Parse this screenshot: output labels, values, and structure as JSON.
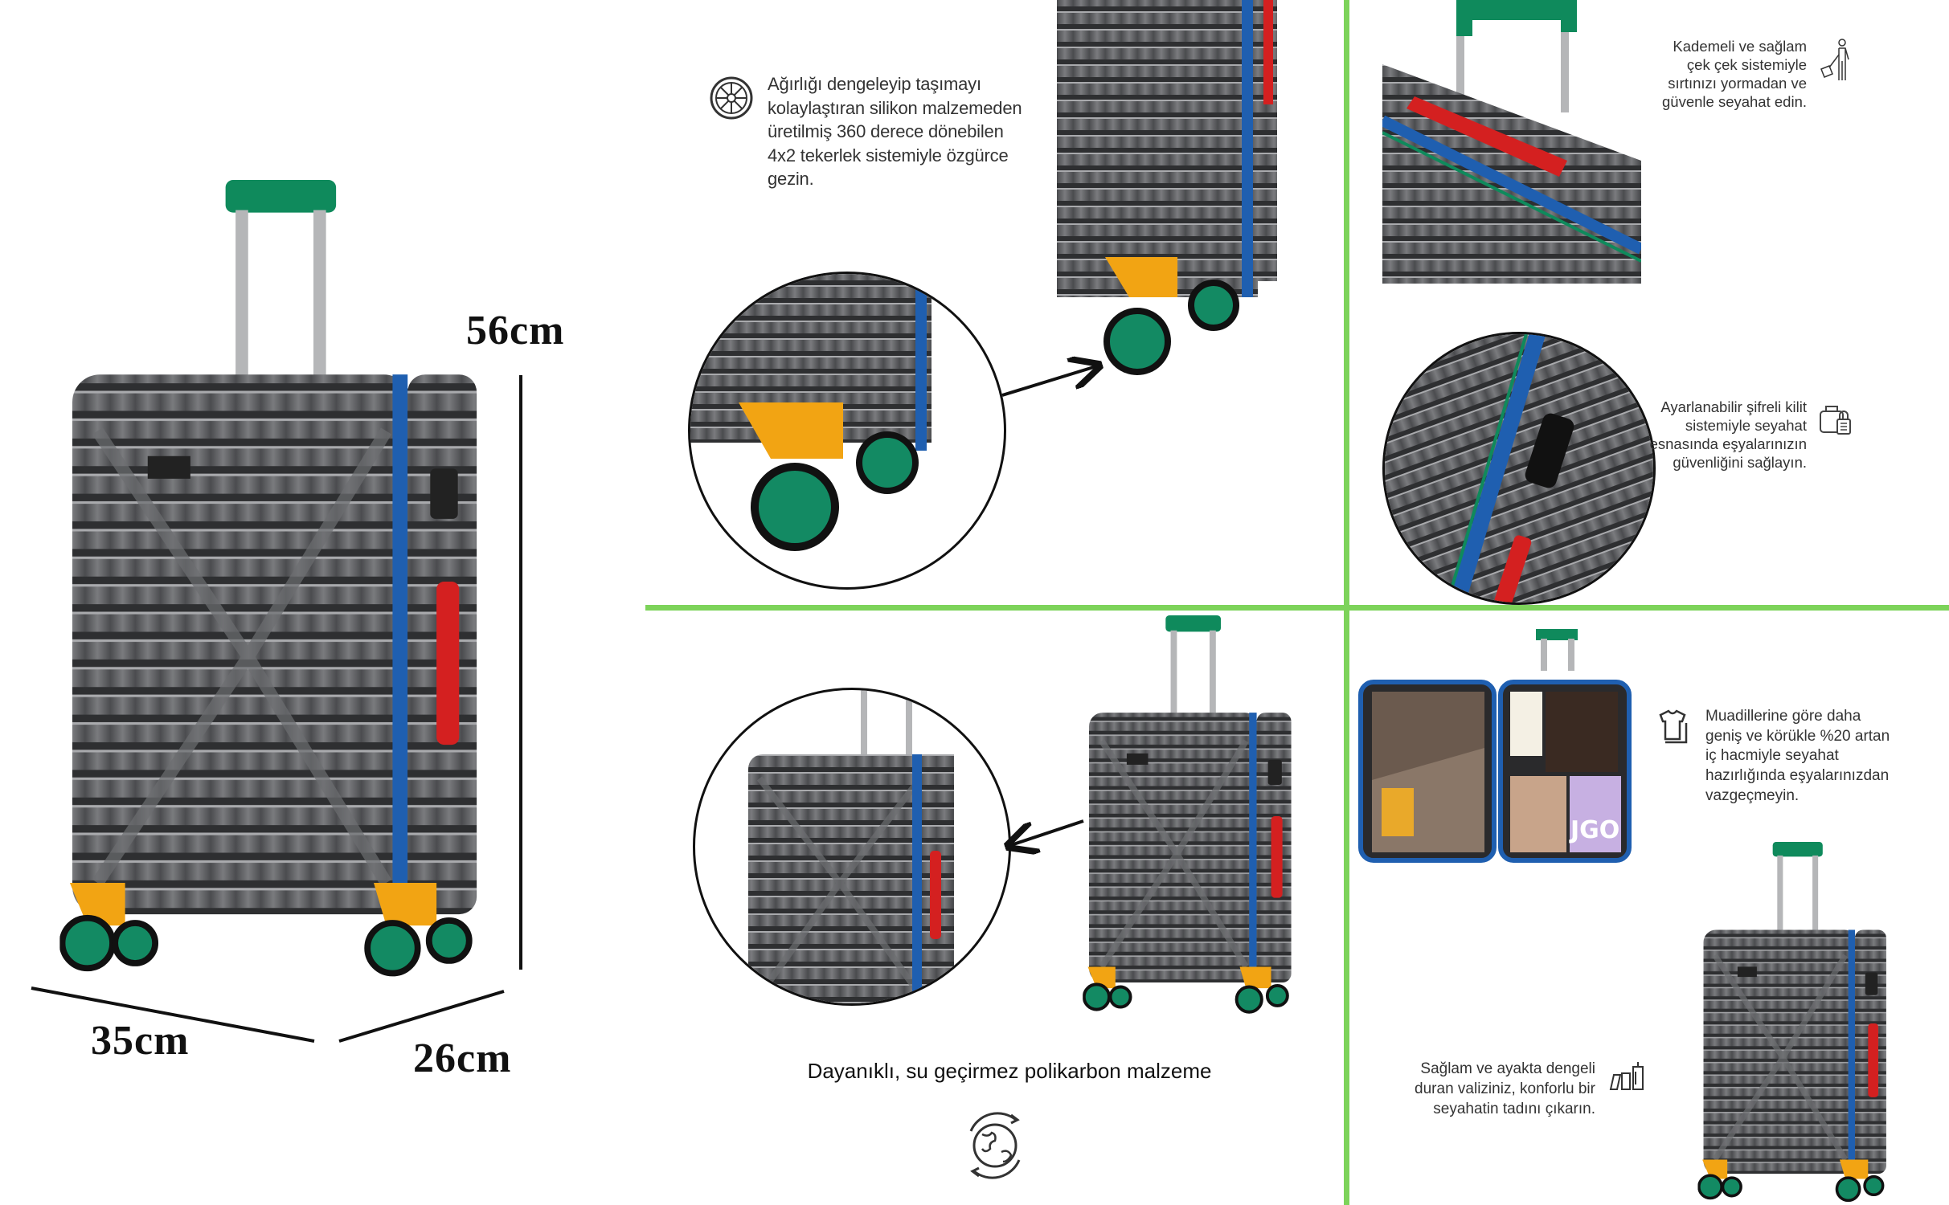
{
  "dimensions": {
    "height": "56cm",
    "width": "35cm",
    "depth": "26cm"
  },
  "features": {
    "wheels": {
      "icon": "wheel-icon",
      "lines": [
        "Ağırlığı dengeleyip taşımayı",
        "kolaylaştıran silikon malzemeden",
        "üretilmiş 360 derece dönebilen",
        "4x2 tekerlek sistemiyle özgürce",
        "gezin."
      ]
    },
    "handle": {
      "icon": "traveler-with-suitcase-icon",
      "lines": [
        "Kademeli ve sağlam",
        "çek çek sistemiyle",
        "sırtınızı yormadan ve",
        "güvenle seyahat edin."
      ]
    },
    "lock": {
      "icon": "luggage-lock-icon",
      "lines": [
        "Ayarlanabilir şifreli kilit",
        "sistemiyle seyahat",
        "esnasında eşyalarınızın",
        "güvenliğini sağlayın."
      ]
    },
    "volume": {
      "icon": "tshirt-icon",
      "lines": [
        "Muadillerine göre daha",
        "geniş ve körükle %20 artan",
        "iç hacmiyle seyahat",
        "hazırlığında eşyalarınızdan",
        "vazgeçmeyin."
      ]
    },
    "stability": {
      "icon": "suitcases-icon",
      "lines": [
        "Sağlam ve ayakta dengeli",
        "duran valiziniz, konforlu bir",
        "seyahatin tadını çıkarın."
      ]
    }
  },
  "material_caption": "Dayanıklı, su geçirmez polikarbon malzeme",
  "material_icon": "globe-recycle-icon",
  "inner_label": "JGO",
  "colors": {
    "divider": "#7dd35a",
    "body": "#5a5b5e",
    "zipper": "#1f5fb0",
    "handle_top": "#0f8a5c",
    "side_handle": "#d42020",
    "wheel_housing": "#f2a413",
    "wheel": "#138a63"
  }
}
